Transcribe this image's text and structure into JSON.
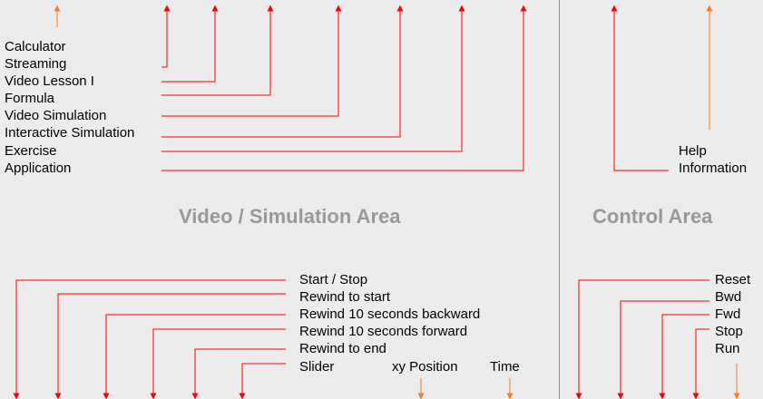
{
  "colors": {
    "background": "#ececec",
    "red": "#ff0000",
    "orange": "#ff7a1a",
    "area_title": "#999999",
    "divider": "#8a8a8a"
  },
  "areas": {
    "video_simulation": "Video / Simulation Area",
    "control": "Control Area"
  },
  "top_left_labels": [
    "Calculator",
    "Streaming",
    "Video Lesson I",
    "Formula",
    "Video Simulation",
    "Interactive Simulation",
    "Exercise",
    "Application"
  ],
  "top_right_labels": [
    "Help",
    "Information"
  ],
  "bottom_left_labels": [
    "Start / Stop",
    "Rewind to start",
    "Rewind 10 seconds backward",
    "Rewind 10 seconds forward",
    "Rewind to end",
    "Slider"
  ],
  "bottom_info_labels": [
    "xy Position",
    "Time"
  ],
  "bottom_right_labels": [
    "Reset",
    "Bwd",
    "Fwd",
    "Stop",
    "Run"
  ]
}
